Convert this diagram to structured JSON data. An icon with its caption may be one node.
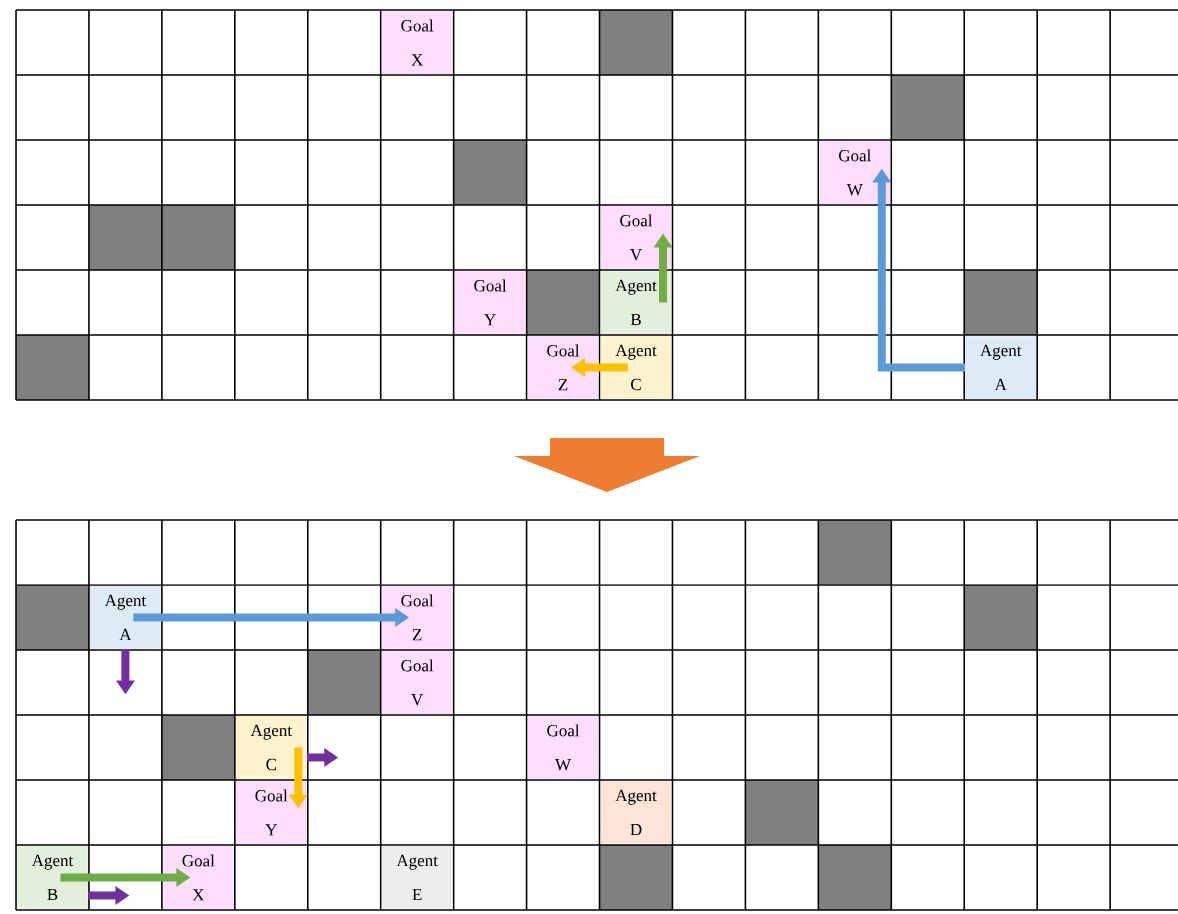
{
  "diagram": {
    "nodes": [
      {
        "text": [
          "Goal X"
        ]
      },
      {
        "text": [
          "Goal W"
        ]
      },
      {
        "text": [
          "Goal V"
        ]
      },
      {
        "text": [
          "Goal Y"
        ]
      },
      {
        "text": [
          "Agent B"
        ]
      },
      {
        "text": [
          "Goal Z"
        ]
      },
      {
        "text": [
          "Agent C"
        ]
      },
      {
        "text": [
          "Agent A"
        ]
      },
      {
        "text": [
          "Agent A"
        ]
      },
      {
        "text": [
          "Goal Z"
        ]
      },
      {
        "text": [
          "Goal V"
        ]
      },
      {
        "text": [
          "Agent C"
        ]
      },
      {
        "text": [
          "Goal W"
        ]
      },
      {
        "text": [
          "Goal Y"
        ]
      },
      {
        "text": [
          "Agent D"
        ]
      },
      {
        "text": [
          "Agent B"
        ]
      },
      {
        "text": [
          "Goal X"
        ]
      },
      {
        "text": [
          "Agent E"
        ]
      }
    ],
    "edges": [
      {
        "from": 4,
        "to": 2,
        "arrow": "to",
        "color": "#70ad47"
      },
      {
        "from": 6,
        "to": 5,
        "arrow": "to",
        "color": "#ffc000"
      },
      {
        "from": 7,
        "to": 1,
        "arrow": "to",
        "color": "#5b9bd5"
      },
      {
        "from": 8,
        "to": 9,
        "arrow": "to",
        "color": "#5b9bd5"
      },
      {
        "from": 8,
        "to": null,
        "arrow": "to",
        "color": "#7030a0"
      },
      {
        "from": 11,
        "to": null,
        "arrow": "to",
        "color": "#7030a0"
      },
      {
        "from": 11,
        "to": 13,
        "arrow": "to",
        "color": "#ffc000"
      },
      {
        "from": 15,
        "to": 16,
        "arrow": "to",
        "color": "#70ad47"
      },
      {
        "from": 15,
        "to": null,
        "arrow": "to",
        "color": "#7030a0"
      }
    ]
  }
}
